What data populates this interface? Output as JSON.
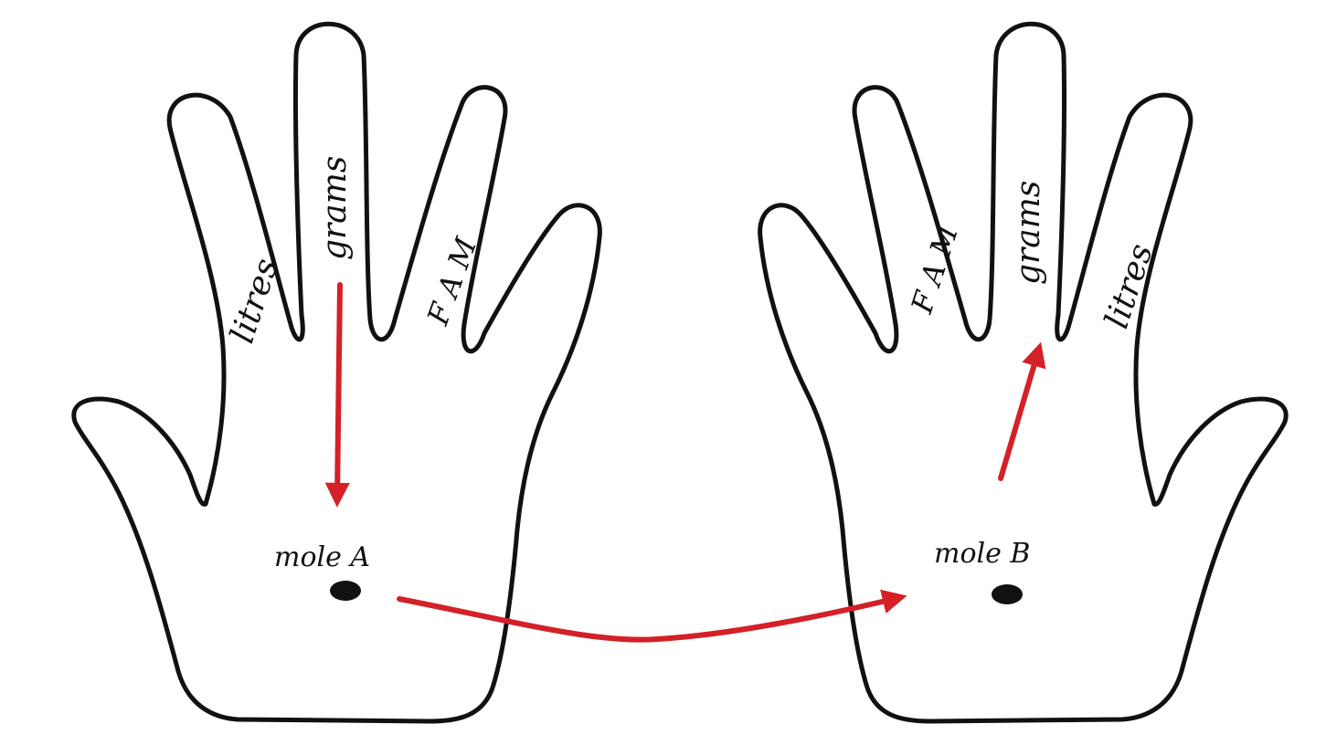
{
  "colors": {
    "arrow": "#d42027",
    "outline": "#111111"
  },
  "left_hand": {
    "fingers": [
      "litres",
      "grams",
      "F A M"
    ],
    "palm_label": "mole A"
  },
  "right_hand": {
    "fingers": [
      "F A M",
      "grams",
      "litres"
    ],
    "palm_label": "mole B"
  }
}
